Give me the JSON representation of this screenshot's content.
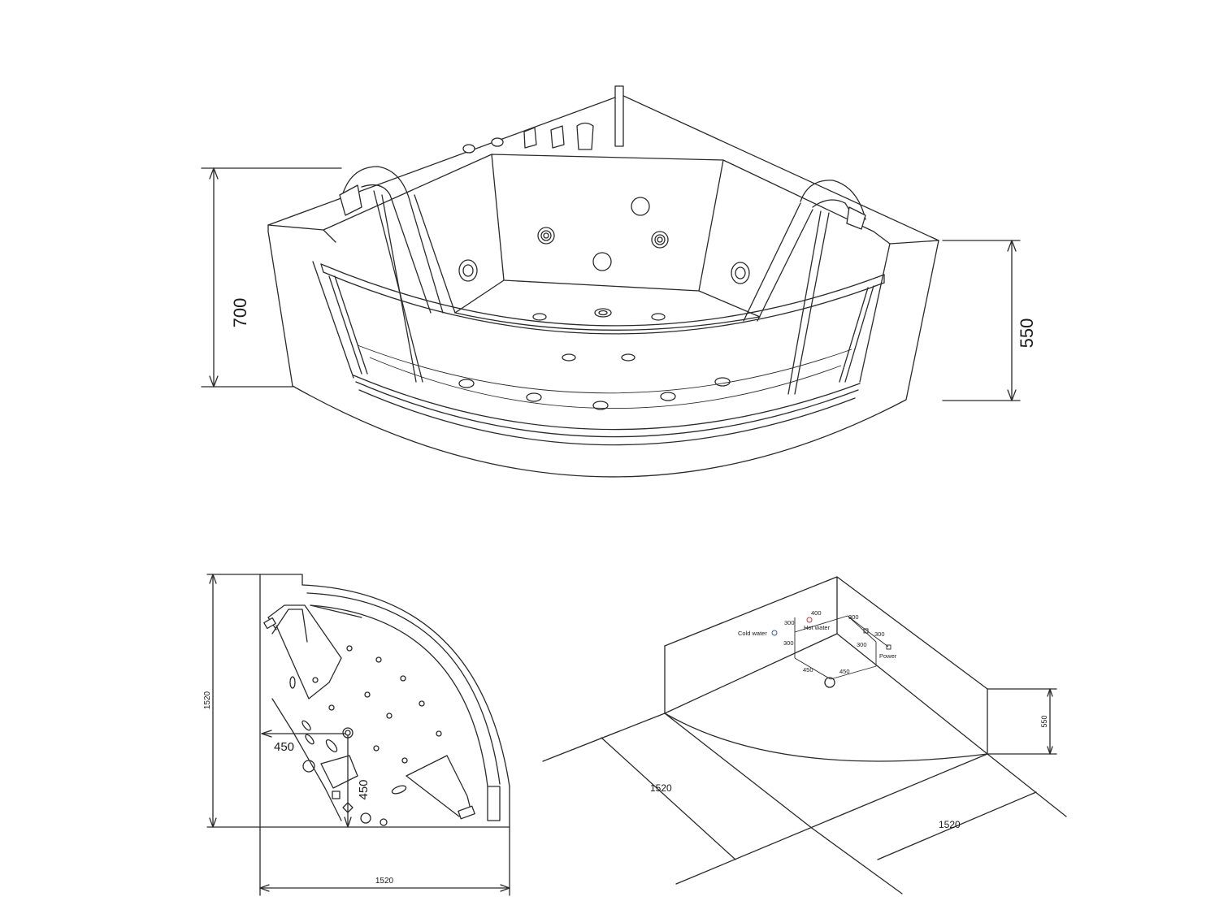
{
  "perspective_view": {
    "height_total": "700",
    "height_skirt": "550"
  },
  "plan_view": {
    "width": "1520",
    "depth": "1520",
    "drain_x": "450",
    "drain_y": "450"
  },
  "installation_view": {
    "cold_water_label": "Cold water",
    "hot_water_label": "Hot water",
    "power_label": "Power",
    "dim_400": "400",
    "dim_300_a": "300",
    "dim_300_b": "300",
    "dim_300_c": "300",
    "dim_300_d": "300",
    "dim_300_e": "300",
    "dim_450_left": "450",
    "dim_450_right": "450",
    "height": "550",
    "side_a": "1520",
    "side_b": "1520"
  },
  "colors": {
    "line": "#2a2a2a",
    "cold_water_marker": "#3355aa",
    "hot_water_marker": "#cc3333"
  }
}
